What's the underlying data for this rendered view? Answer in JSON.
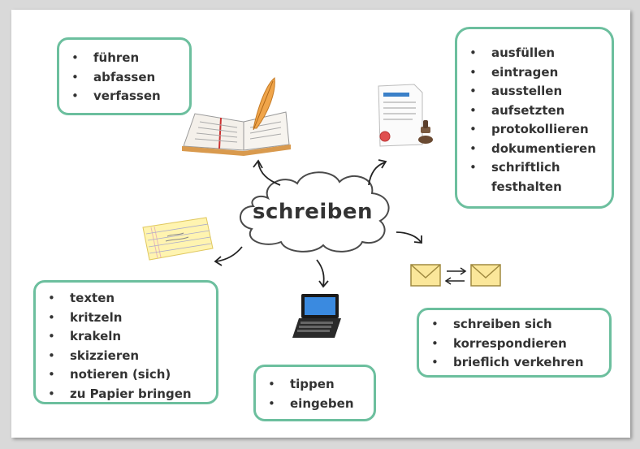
{
  "center": {
    "label": "schreiben"
  },
  "boxes": {
    "top_left": {
      "items": [
        "führen",
        "abfassen",
        "verfassen"
      ]
    },
    "top_right": {
      "items": [
        "ausfüllen",
        "eintragen",
        "ausstellen",
        "aufsetzten",
        "protokollieren",
        "dokumentieren",
        "schriftlich",
        "festhalten"
      ]
    },
    "bottom_left": {
      "items": [
        "texten",
        "kritzeln",
        "krakeln",
        "skizzieren",
        "notieren (sich)",
        "zu Papier bringen"
      ]
    },
    "bottom_middle": {
      "items": [
        "tippen",
        "eingeben"
      ]
    },
    "bottom_right": {
      "items": [
        "schreiben sich",
        "korrespondieren",
        "brieflich verkehren"
      ]
    }
  },
  "colors": {
    "box_border": "#6cbf9e",
    "text": "#333333"
  },
  "icons": [
    "book-quill-icon",
    "document-stamp-icon",
    "notepad-icon",
    "laptop-icon",
    "envelope-exchange-icon"
  ]
}
